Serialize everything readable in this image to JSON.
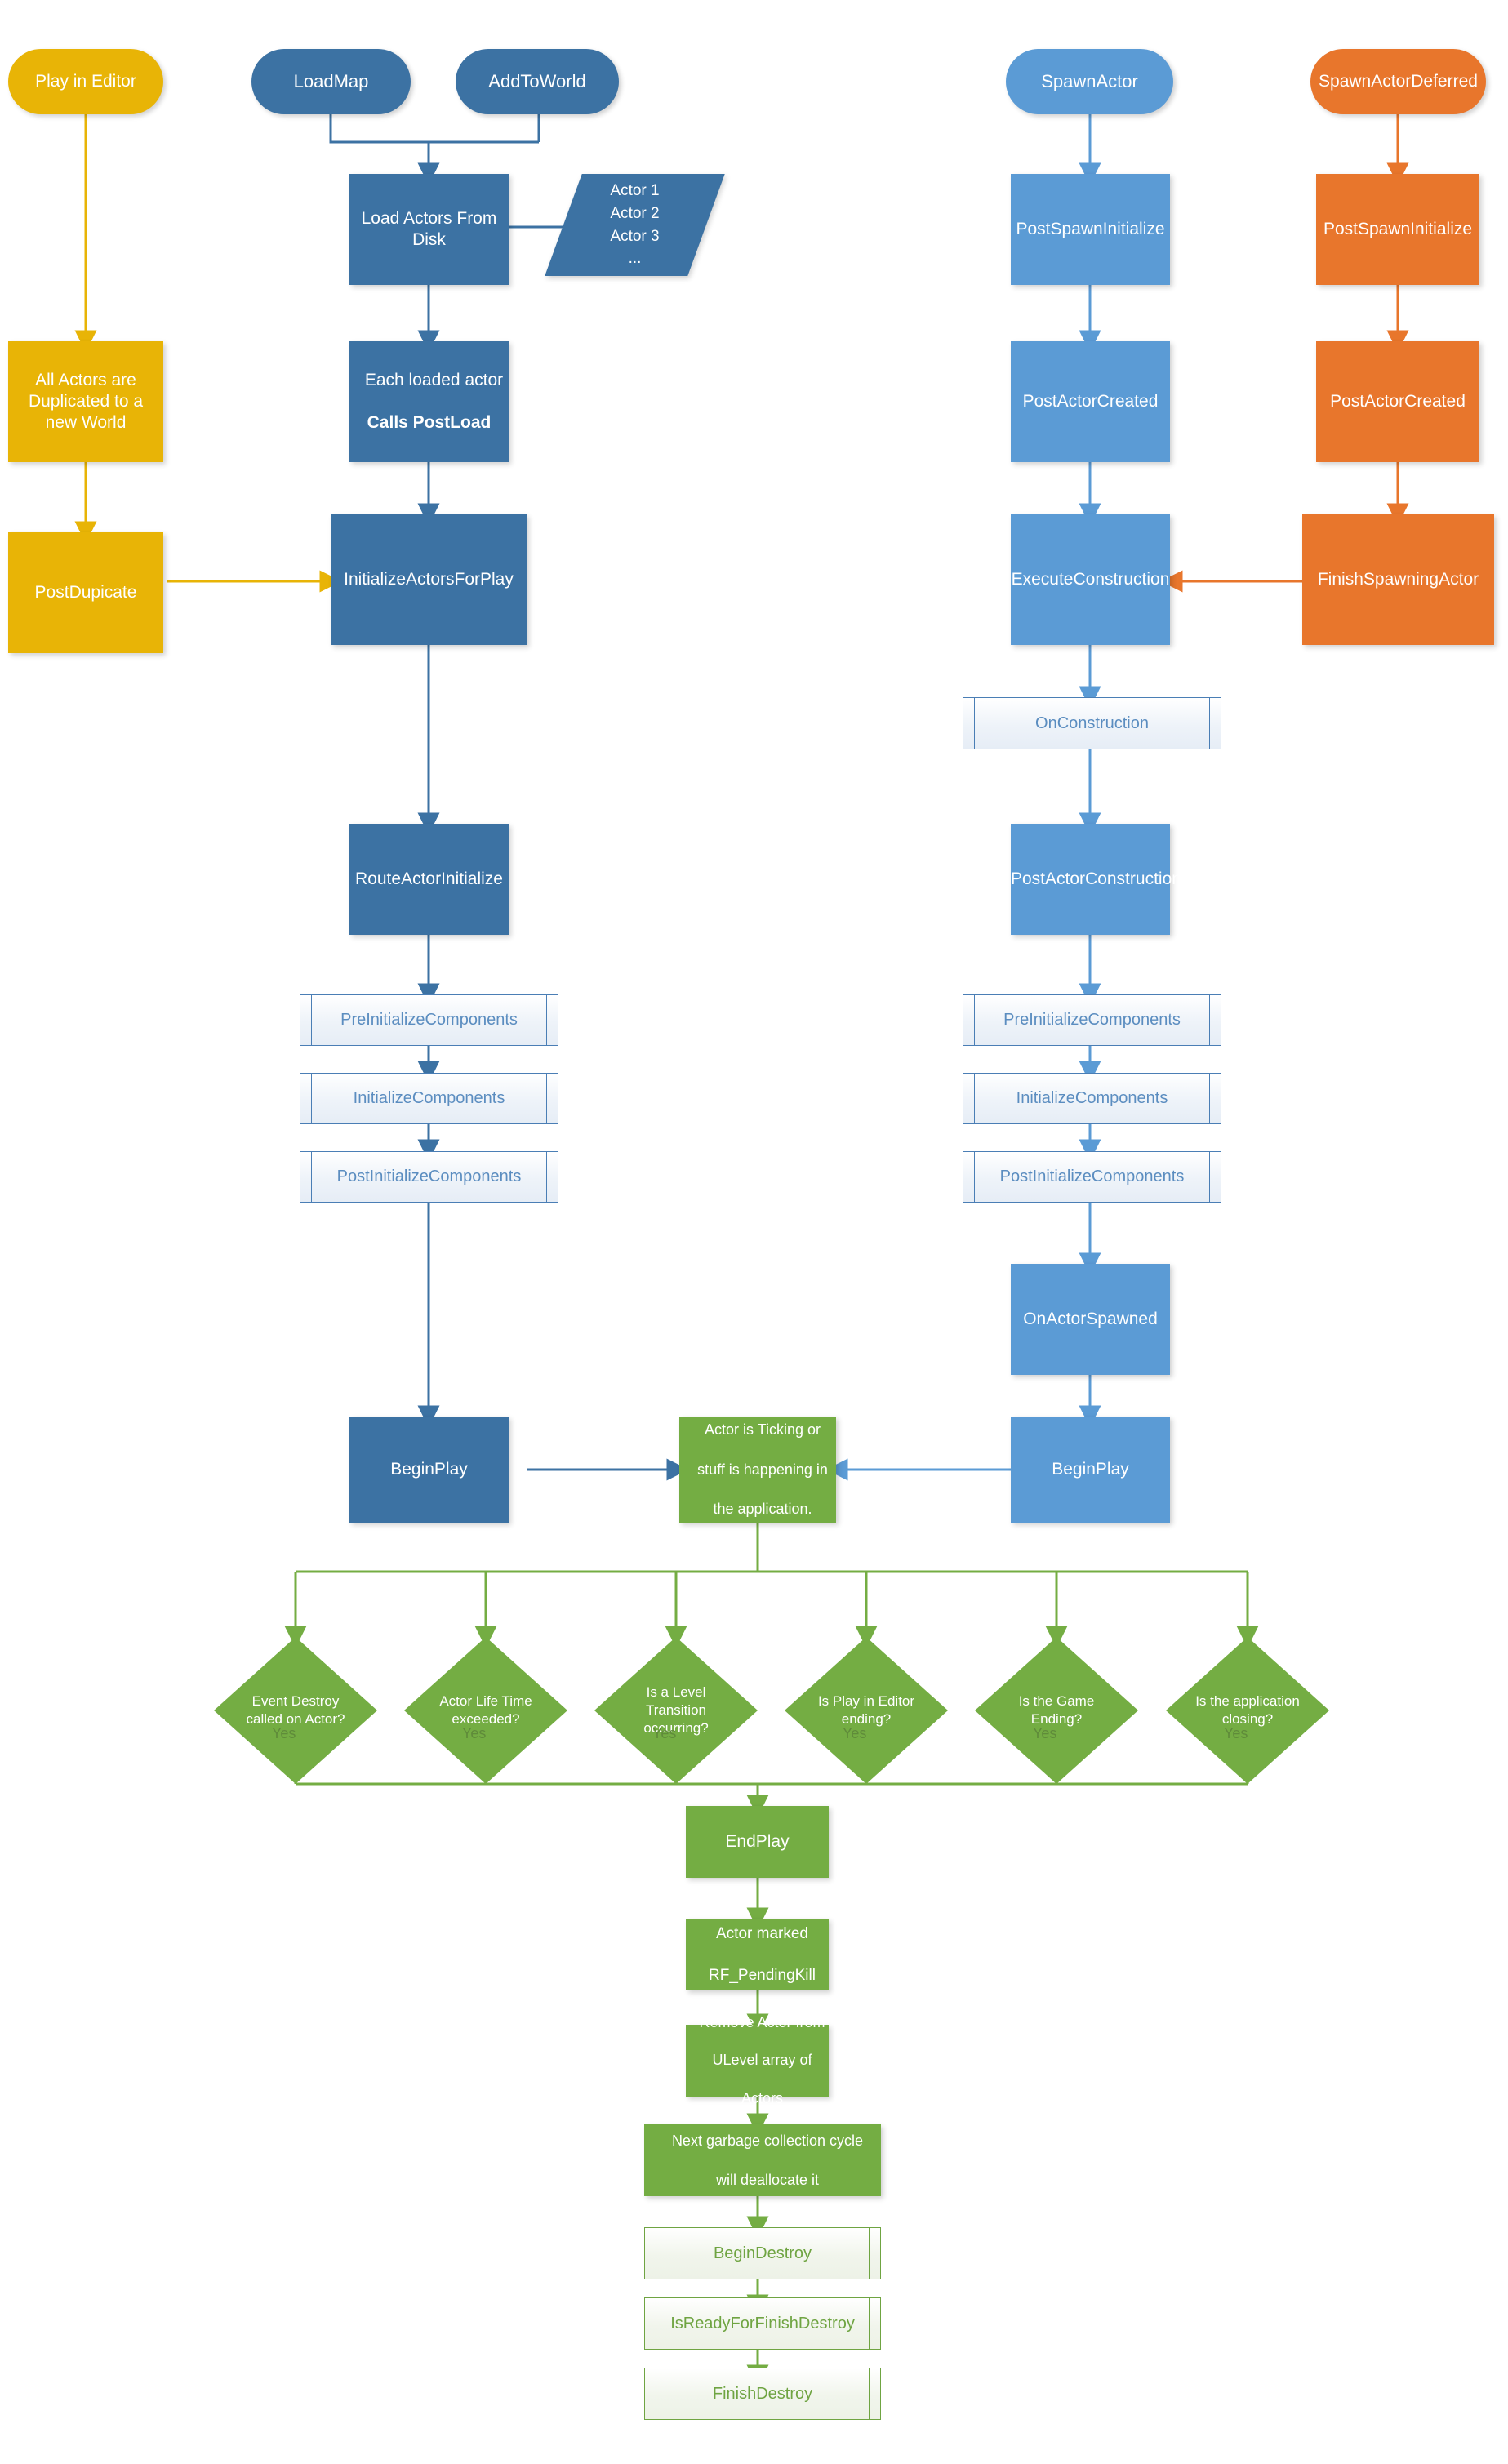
{
  "diagram": {
    "title": "Unreal Engine Actor Lifecycle Flowchart",
    "colors": {
      "dark_blue": "#3C72A3",
      "light_blue": "#5B9BD5",
      "orange": "#E8762C",
      "gold": "#E8B406",
      "green": "#74AD43",
      "predefined_blue_border": "#4A7EB5",
      "predefined_green_border": "#6FA442",
      "background": "#FFFFFF"
    }
  },
  "columns": {
    "editor": {
      "start_label": "Play in Editor",
      "duplicate_label": "All Actors are Duplicated to a new World",
      "post_duplicate_label": "PostDupicate"
    },
    "load": {
      "loadmap_label": "LoadMap",
      "addtoworld_label": "AddToWorld",
      "load_actors_label": "Load Actors From Disk",
      "actor_list": [
        "Actor 1",
        "Actor 2",
        "Actor 3",
        "..."
      ],
      "postload_label": "Each loaded actor Calls PostLoad",
      "postload_plain": "Each loaded actor",
      "postload_bold": "Calls PostLoad",
      "initialize_label": "InitializeActorsForPlay",
      "route_label": "RouteActorInitialize",
      "components": [
        "PreInitializeComponents",
        "InitializeComponents",
        "PostInitializeComponents"
      ],
      "beginplay_label": "BeginPlay"
    },
    "spawn": {
      "start_label": "SpawnActor",
      "post_spawn_initialize_label": "PostSpawnInitialize",
      "post_actor_created_label": "PostActorCreated",
      "execute_construction_label": "ExecuteConstruction",
      "on_construction_label": "OnConstruction",
      "post_actor_construction_label": "PostActorConstruction",
      "components": [
        "PreInitializeComponents",
        "InitializeComponents",
        "PostInitializeComponents"
      ],
      "on_actor_spawned_label": "OnActorSpawned",
      "beginplay_label": "BeginPlay"
    },
    "deferred": {
      "start_label": "SpawnActorDeferred",
      "post_spawn_initialize_label": "PostSpawnInitialize",
      "post_actor_created_label": "PostActorCreated",
      "finish_spawning_label": "FinishSpawningActor"
    }
  },
  "runtime": {
    "ticking_label": "Actor is Ticking or stuff is happening in the application.",
    "ticking_lines": [
      "Actor is Ticking or",
      "stuff is happening in",
      "the application."
    ]
  },
  "decisions": [
    {
      "label": "Event Destroy called on Actor?",
      "lines": [
        "Event Destroy",
        "called on Actor?"
      ],
      "yes": "Yes"
    },
    {
      "label": "Actor Life Time exceeded?",
      "lines": [
        "Actor Life Time",
        "exceeded?"
      ],
      "yes": "Yes"
    },
    {
      "label": "Is a Level Transition occurring?",
      "lines": [
        "Is a Level",
        "Transition",
        "occurring?"
      ],
      "yes": "Yes"
    },
    {
      "label": "Is Play in Editor ending?",
      "lines": [
        "Is Play in Editor",
        "ending?"
      ],
      "yes": "Yes"
    },
    {
      "label": "Is the Game Ending?",
      "lines": [
        "Is the Game",
        "Ending?"
      ],
      "yes": "Yes"
    },
    {
      "label": "Is the application closing?",
      "lines": [
        "Is the application",
        "closing?"
      ],
      "yes": "Yes"
    }
  ],
  "teardown": {
    "end_play_label": "EndPlay",
    "pending_kill_label": "Actor marked RF_PendingKill",
    "pending_kill_lines": [
      "Actor marked",
      "RF_PendingKill"
    ],
    "remove_actor_label": "Remove Actor from ULevel array of Actors",
    "remove_actor_lines": [
      "Remove Actor from",
      "ULevel array of",
      "Actors"
    ],
    "gc_label": "Next garbage collection cycle will deallocate it",
    "gc_lines": [
      "Next garbage collection cycle",
      "will deallocate it"
    ],
    "begin_destroy_label": "BeginDestroy",
    "is_ready_label": "IsReadyForFinishDestroy",
    "finish_destroy_label": "FinishDestroy"
  }
}
